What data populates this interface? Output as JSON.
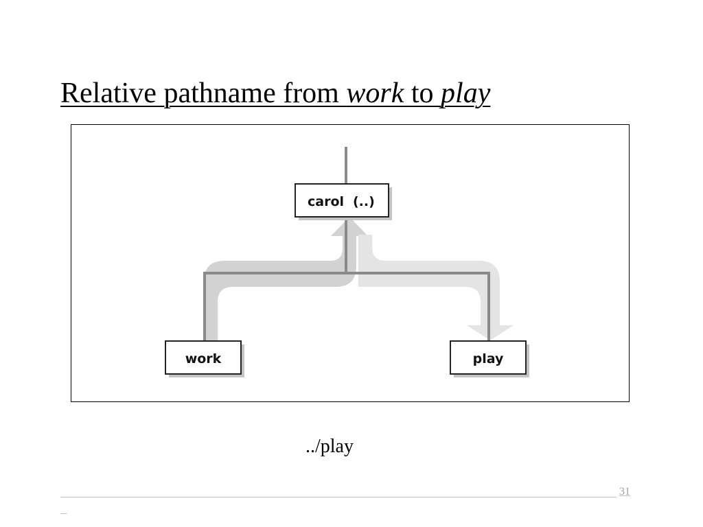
{
  "slide": {
    "title_prefix": "Relative pathname from ",
    "title_from": "work",
    "title_middle": " to ",
    "title_to": "play",
    "caption": "../play",
    "page_number": "31"
  },
  "diagram": {
    "nodes": {
      "parent": {
        "name": "carol",
        "alias": "(..)"
      },
      "source": {
        "name": "work"
      },
      "target": {
        "name": "play"
      }
    }
  }
}
